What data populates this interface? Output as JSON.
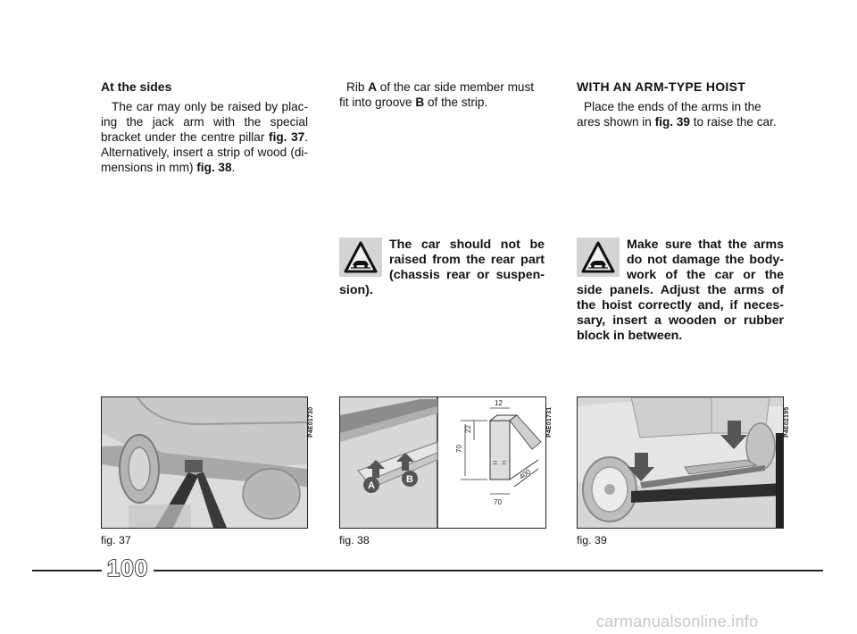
{
  "col1": {
    "heading": "At the sides",
    "text1": "The car may only be raised by plac­ing the jack arm with the special brack­et under the centre pillar ",
    "ref1": "fig. 37",
    "text2": ". Al­ternatively, insert a strip of wood (di­mensions in mm) ",
    "ref2": "fig. 38",
    "text3": "."
  },
  "col2": {
    "text1": "Rib ",
    "ref_a": "A",
    "text2": " of the car side member must fit into groove ",
    "ref_b": "B",
    "text3": " of the strip."
  },
  "col3": {
    "heading": "WITH AN ARM-TYPE HOIST",
    "text1": "Place the ends of the arms in the ares shown in ",
    "ref": "fig. 39",
    "text2": " to raise the car."
  },
  "warning1": {
    "text": "The car should not be raised from the rear part (chassis rear or suspen­sion)."
  },
  "warning2": {
    "text": "Make sure that the arms do not damage the body­work of the car or the side panels. Adjust the arms of the hoist correctly and, if neces­sary, insert a wooden or rubber block in between."
  },
  "figures": [
    {
      "caption": "fig. 37",
      "code": "P4E01730"
    },
    {
      "caption": "fig. 38",
      "code": "P4E01731",
      "label_a": "A",
      "label_b": "B",
      "dims": [
        "12",
        "22",
        "70",
        "70",
        "400"
      ],
      "equal_marks": [
        "=",
        "="
      ]
    },
    {
      "caption": "fig. 39",
      "code": "P4E02195"
    }
  ],
  "page_number": "100",
  "watermark": "carmanualsonline.info",
  "colors": {
    "text": "#111111",
    "figure_bg": "#e6e6e6",
    "icon_bg": "#d4d4d4",
    "watermark": "#c7c7c7"
  },
  "icons": {
    "warning": "warning-triangle-car-icon"
  }
}
